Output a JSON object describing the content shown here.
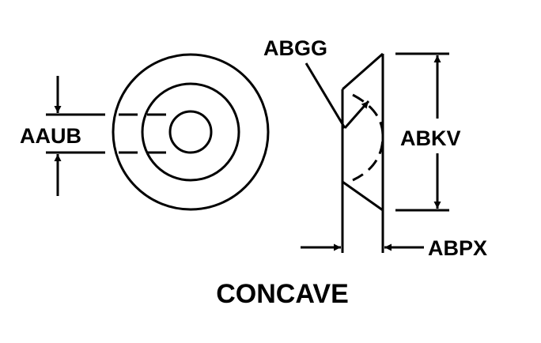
{
  "labels": {
    "hole_dimension": "AAUB",
    "angle_dimension": "ABGG",
    "height_dimension": "ABKV",
    "thickness_dimension": "ABPX"
  },
  "title": "CONCAVE",
  "colors": {
    "ink": "#000000",
    "background": "#ffffff"
  }
}
